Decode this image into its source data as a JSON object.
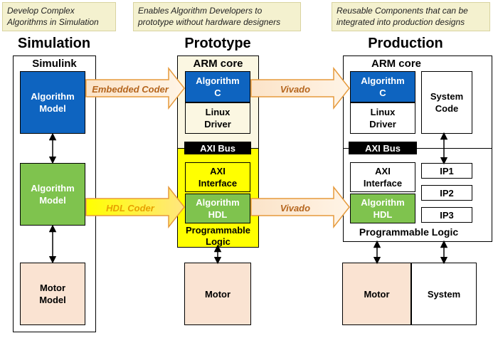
{
  "notes": {
    "simulation": "Develop Complex\nAlgorithms in Simulation",
    "prototype": "Enables Algorithm Developers to\nprototype without hardware designers",
    "production": "Reusable Components that can be\nintegrated into production designs"
  },
  "columns": {
    "simulation": "Simulation",
    "prototype": "Prototype",
    "production": "Production"
  },
  "simulation": {
    "frame_title": "Simulink",
    "algorithm_model_top": "Algorithm\nModel",
    "algorithm_model_bottom": "Algorithm\nModel",
    "motor_model": "Motor\nModel"
  },
  "prototype": {
    "arm_core": "ARM core",
    "algorithm_c": "Algorithm\nC",
    "linux_driver": "Linux\nDriver",
    "axi_bus": "AXI Bus",
    "axi_interface": "AXI\nInterface",
    "algorithm_hdl": "Algorithm\nHDL",
    "programmable_logic": "Programmable\nLogic",
    "motor": "Motor"
  },
  "production": {
    "arm_core": "ARM core",
    "algorithm_c": "Algorithm\nC",
    "linux_driver": "Linux\nDriver",
    "system_code": "System\nCode",
    "axi_bus": "AXI Bus",
    "axi_interface": "AXI\nInterface",
    "algorithm_hdl": "Algorithm\nHDL",
    "ip1": "IP1",
    "ip2": "IP2",
    "ip3": "IP3",
    "programmable_logic": "Programmable Logic",
    "motor": "Motor",
    "system": "System"
  },
  "arrows": {
    "embedded_coder": "Embedded Coder",
    "hdl_coder": "HDL Coder",
    "vivado_top": "Vivado",
    "vivado_bottom": "Vivado"
  },
  "colors": {
    "algorithm_blue": "#0e64c0",
    "algorithm_green": "#7fc34e",
    "motor_peach": "#fae3d2",
    "arm_cream": "#fbf7e2",
    "fpga_yellow": "#ffff00",
    "note_bg": "#f4f1cf",
    "embedded_coder_text": "#b5651d",
    "hdl_coder_text": "#e8a000"
  }
}
